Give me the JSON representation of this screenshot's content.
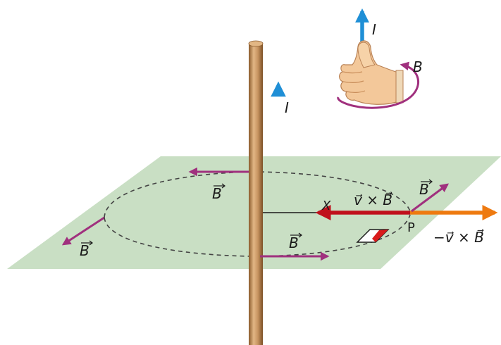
{
  "labels": {
    "current_hand": "I",
    "field_hand": "B",
    "current_wire": "I",
    "field_top_left": "B",
    "field_left": "B",
    "field_bottom": "B",
    "field_at_p": "B",
    "vxb": "v⃗ × B⃗",
    "neg_vxb": "−v⃗ × B⃗",
    "point_p": "P",
    "point_x": "X"
  },
  "colors": {
    "plane": "#c9dfc4",
    "wire": "#b8834e",
    "wire_highlight": "#e2b785",
    "wire_shadow": "#8a5a2c",
    "field_arrow": "#a0307e",
    "current_arrow": "#1f8fd6",
    "vxb_arrow": "#c0101c",
    "neg_vxb_arrow": "#ee7a10",
    "skin": "#f3c89a",
    "skin_shadow": "#d79a66"
  },
  "icons": {
    "hand": "right-hand-thumb-up-icon"
  }
}
